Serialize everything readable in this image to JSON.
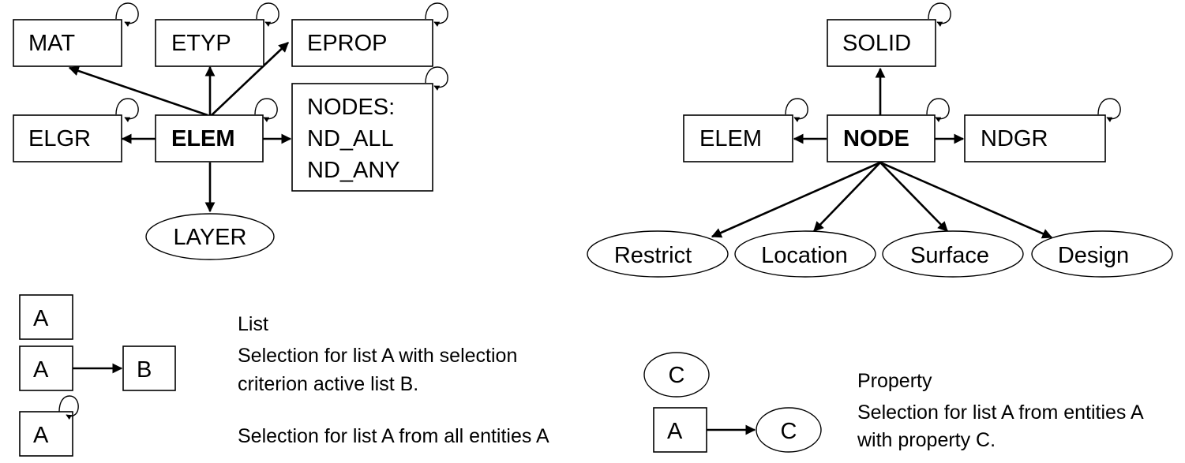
{
  "left_diagram": {
    "nodes": {
      "mat": "MAT",
      "etyp": "ETYP",
      "eprop": "EPROP",
      "elgr": "ELGR",
      "elem": "ELEM",
      "nodes_line1": "NODES:",
      "nodes_line2": "ND_ALL",
      "nodes_line3": "ND_ANY",
      "layer": "LAYER"
    }
  },
  "right_diagram": {
    "nodes": {
      "solid": "SOLID",
      "elem": "ELEM",
      "node": "NODE",
      "ndgr": "NDGR",
      "restrict": "Restrict",
      "location": "Location",
      "surface": "Surface",
      "design": "Design"
    }
  },
  "legend": {
    "list_box": "A",
    "list_text": "List",
    "selection_box_a": "A",
    "selection_box_b": "B",
    "selection_text_line1": "Selection for list A with selection",
    "selection_text_line2": "criterion active list B.",
    "all_box": "A",
    "all_text": "Selection for list A from all entities A",
    "property_ellipse": "C",
    "property_text": "Property",
    "property_box_a": "A",
    "property_ellipse_c": "C",
    "property_sel_line1": "Selection for list A from entities A",
    "property_sel_line2": "with property C."
  }
}
